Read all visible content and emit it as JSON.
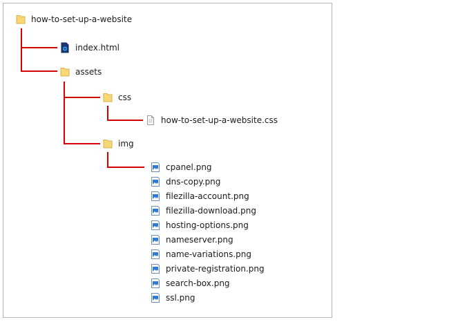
{
  "tree": {
    "root": {
      "label": "how-to-set-up-a-website",
      "icon": "folder-icon"
    },
    "index": {
      "label": "index.html",
      "icon": "html-file-icon"
    },
    "assets": {
      "label": "assets",
      "icon": "folder-icon"
    },
    "css": {
      "label": "css",
      "icon": "folder-icon"
    },
    "css_file": {
      "label": "how-to-set-up-a-website.css",
      "icon": "text-file-icon"
    },
    "img": {
      "label": "img",
      "icon": "folder-icon"
    },
    "images": [
      {
        "label": "cpanel.png",
        "icon": "image-file-icon"
      },
      {
        "label": "dns-copy.png",
        "icon": "image-file-icon"
      },
      {
        "label": "filezilla-account.png",
        "icon": "image-file-icon"
      },
      {
        "label": "filezilla-download.png",
        "icon": "image-file-icon"
      },
      {
        "label": "hosting-options.png",
        "icon": "image-file-icon"
      },
      {
        "label": "nameserver.png",
        "icon": "image-file-icon"
      },
      {
        "label": "name-variations.png",
        "icon": "image-file-icon"
      },
      {
        "label": "private-registration.png",
        "icon": "image-file-icon"
      },
      {
        "label": "search-box.png",
        "icon": "image-file-icon"
      },
      {
        "label": "ssl.png",
        "icon": "image-file-icon"
      }
    ]
  },
  "colors": {
    "connector": "#d40000",
    "folder": "#f8d775",
    "folder_edge": "#d8b24a",
    "frame_border": "#b4b4b4"
  }
}
